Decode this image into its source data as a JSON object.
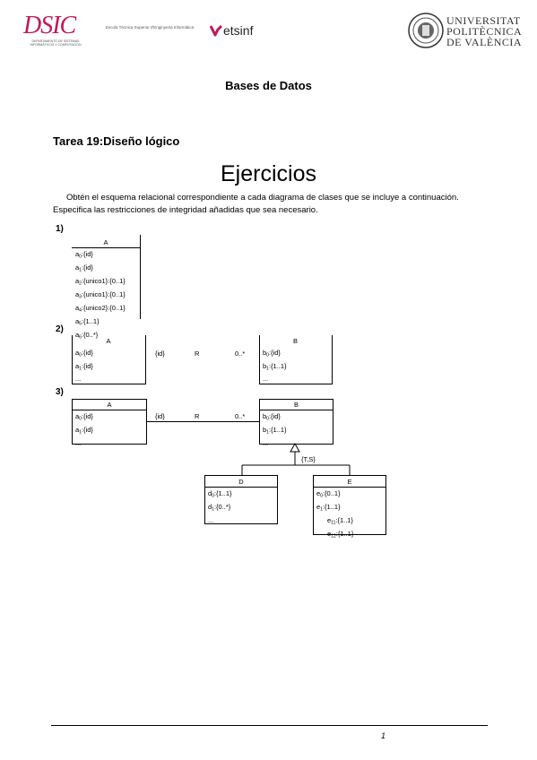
{
  "header": {
    "dsic_logo_text": "DSIC",
    "dsic_logo_subtitle": "DEPARTAMENTO DE SISTEMAS INFORMÁTICOS Y COMPUTACIÓN",
    "etsinf_caption": "Escola Tècnica Superior d'Enginyeria Informàtica",
    "etsinf_name": "etsinf",
    "university_line1": "UNIVERSITAT",
    "university_line2": "POLITÈCNICA",
    "university_line3": "DE VALÈNCIA"
  },
  "course_title": "Bases de Datos",
  "task_title": "Tarea 19:Diseño lógico",
  "main_title": "Ejercicios",
  "instructions": "Obtén el esquema relacional correspondiente a cada diagrama de clases que se incluye a continuación. Especifica las restricciones de integridad añadidas que sea necesario.",
  "exercise1": {
    "number": "1)",
    "class_name": "A",
    "attributes": [
      {
        "base": "a",
        "sub": "0",
        "rest": ":{id}"
      },
      {
        "base": "a",
        "sub": "1",
        "rest": ":{id}"
      },
      {
        "base": "a",
        "sub": "2",
        "rest": ":{unico1}:{0..1}"
      },
      {
        "base": "a",
        "sub": "3",
        "rest": ":{unico1}:{0..1}"
      },
      {
        "base": "a",
        "sub": "4",
        "rest": ":{unico2}:{0..1}"
      },
      {
        "base": "a",
        "sub": "5",
        "rest": ":{1..1}"
      },
      {
        "base": "a",
        "sub": "6",
        "rest": ":{0..*}"
      }
    ]
  },
  "exercise2": {
    "number": "2)",
    "class_a": {
      "name": "A",
      "attrs": [
        {
          "base": "a",
          "sub": "0",
          "rest": ":{id}"
        },
        {
          "base": "a",
          "sub": "1",
          "rest": ":{id}"
        },
        {
          "base": "...",
          "sub": "",
          "rest": ""
        }
      ]
    },
    "class_b": {
      "name": "B",
      "attrs": [
        {
          "base": "b",
          "sub": "0",
          "rest": ":{id}"
        },
        {
          "base": "b",
          "sub": "1",
          "rest": ":{1..1}"
        },
        {
          "base": "...",
          "sub": "",
          "rest": ""
        }
      ]
    },
    "assoc_left": "{id}",
    "assoc_name": "R",
    "assoc_right": "0..*"
  },
  "exercise3": {
    "number": "3)",
    "class_a": {
      "name": "A",
      "attrs": [
        {
          "base": "a",
          "sub": "0",
          "rest": ":{id}"
        },
        {
          "base": "a",
          "sub": "1",
          "rest": ":{id}"
        },
        {
          "base": "...",
          "sub": "",
          "rest": ""
        }
      ]
    },
    "class_b": {
      "name": "B",
      "attrs": [
        {
          "base": "b",
          "sub": "0",
          "rest": ":{id}"
        },
        {
          "base": "b",
          "sub": "1",
          "rest": ":{1..1}"
        },
        {
          "base": "...",
          "sub": "",
          "rest": ""
        }
      ]
    },
    "assoc_left": "{id}",
    "assoc_name": "R",
    "assoc_right": "0..*",
    "generalization": "{T,S}",
    "class_d": {
      "name": "D",
      "attrs": [
        {
          "base": "d",
          "sub": "0",
          "rest": ":{1..1}"
        },
        {
          "base": "d",
          "sub": "1",
          "rest": ":{0..*}"
        },
        {
          "base": "...",
          "sub": "",
          "rest": ""
        }
      ]
    },
    "class_e": {
      "name": "E",
      "attrs": [
        {
          "base": "e",
          "sub": "0",
          "rest": ":{0..1}"
        },
        {
          "base": "e",
          "sub": "1",
          "rest": ":{1..1}"
        },
        {
          "base": "e",
          "sub": "11",
          "rest": ":{1..1}"
        },
        {
          "base": "e",
          "sub": "12",
          "rest": ":{1..1}"
        }
      ]
    }
  },
  "page_number": "1"
}
